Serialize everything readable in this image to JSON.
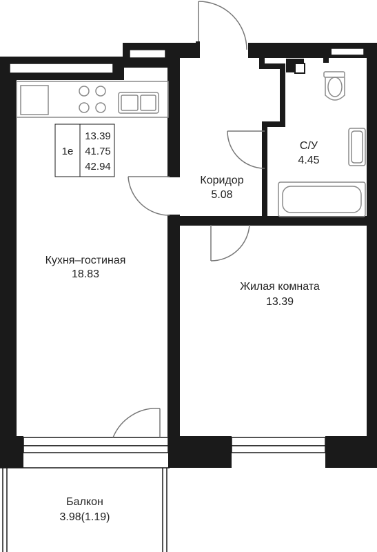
{
  "apartment": {
    "type_code": "1е",
    "living_area": "13.39",
    "total_area": "41.75",
    "total_area_with_balcony": "42.94"
  },
  "rooms": {
    "kitchen": {
      "name": "Кухня–гостиная",
      "area": "18.83"
    },
    "corridor": {
      "name": "Коридор",
      "area": "5.08"
    },
    "bathroom": {
      "name": "С/У",
      "area": "4.45"
    },
    "bedroom": {
      "name": "Жилая комната",
      "area": "13.39"
    },
    "balcony": {
      "name": "Балкон",
      "area": "3.98(1.19)"
    }
  },
  "colors": {
    "wall": "#1a1a1a",
    "fixture": "#8a8a8a",
    "door": "#777777"
  }
}
